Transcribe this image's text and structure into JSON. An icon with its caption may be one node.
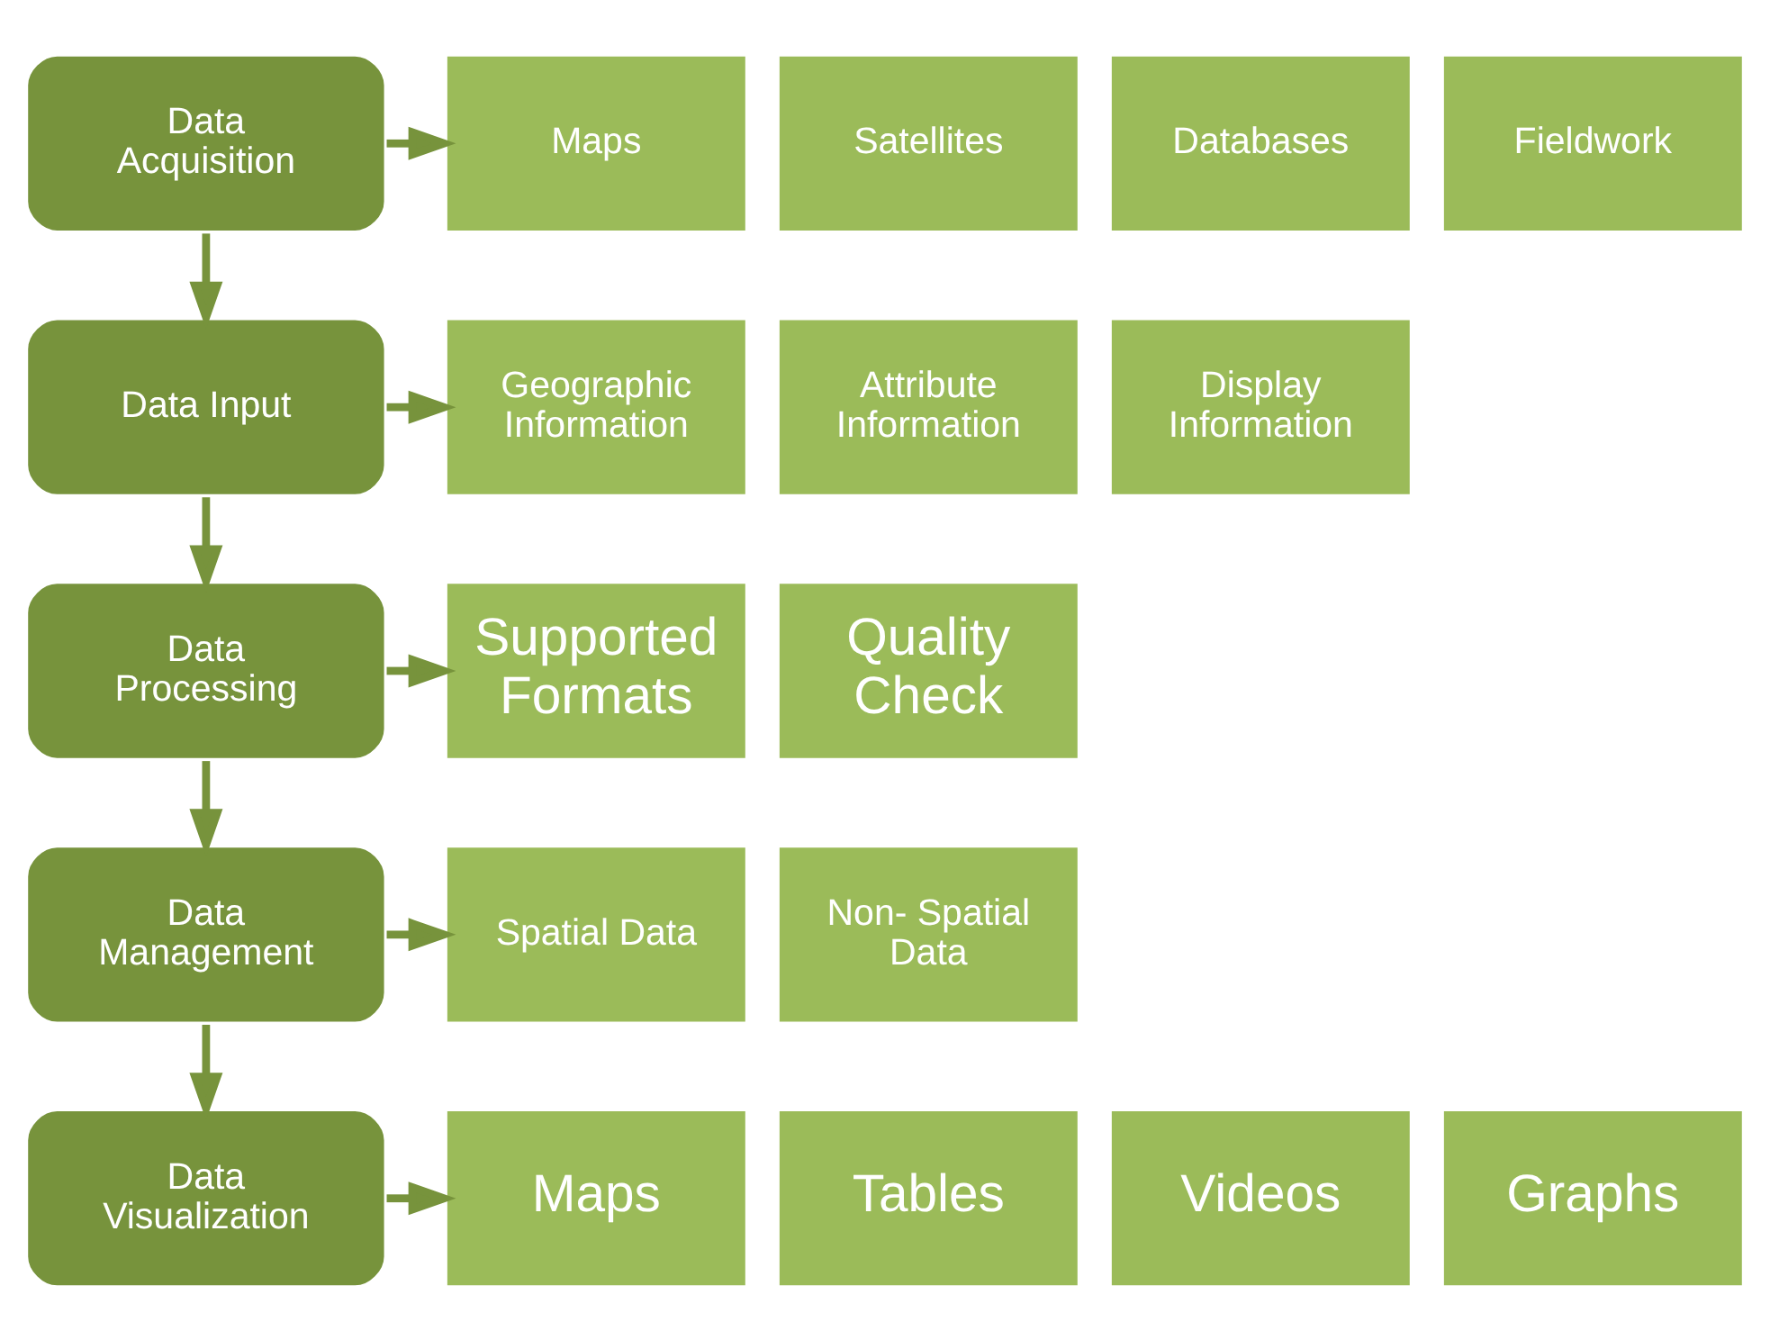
{
  "diagram": {
    "nodes": [
      {
        "text": [
          "Data Acquisition"
        ]
      },
      {
        "text": [
          "Maps"
        ]
      },
      {
        "text": [
          "Satellites"
        ]
      },
      {
        "text": [
          "Databases"
        ]
      },
      {
        "text": [
          "Fieldwork"
        ]
      },
      {
        "text": [
          "Data Input"
        ]
      },
      {
        "text": [
          "Geographic Information"
        ]
      },
      {
        "text": [
          "Attribute Information"
        ]
      },
      {
        "text": [
          "Display Information"
        ]
      },
      {
        "text": [
          "Data Processing"
        ]
      },
      {
        "text": [
          "Supported Formats"
        ]
      },
      {
        "text": [
          "Quality Check"
        ]
      },
      {
        "text": [
          "Data Management"
        ]
      },
      {
        "text": [
          "Spatial Data"
        ]
      },
      {
        "text": [
          "Non- Spatial Data"
        ]
      },
      {
        "text": [
          "Data Visualization"
        ]
      },
      {
        "text": [
          "Maps"
        ]
      },
      {
        "text": [
          "Tables"
        ]
      },
      {
        "text": [
          "Videos"
        ]
      },
      {
        "text": [
          "Graphs"
        ]
      }
    ],
    "edges": [
      {
        "from": 0,
        "to": 1,
        "arrow": "to"
      },
      {
        "from": 0,
        "to": 5,
        "arrow": "to"
      },
      {
        "from": 5,
        "to": 6,
        "arrow": "to"
      },
      {
        "from": 5,
        "to": 9,
        "arrow": "to"
      },
      {
        "from": 9,
        "to": 10,
        "arrow": "to"
      },
      {
        "from": 9,
        "to": 12,
        "arrow": "to"
      },
      {
        "from": 12,
        "to": 13,
        "arrow": "to"
      },
      {
        "from": 12,
        "to": 15,
        "arrow": "to"
      },
      {
        "from": 15,
        "to": 16,
        "arrow": "to"
      }
    ]
  }
}
